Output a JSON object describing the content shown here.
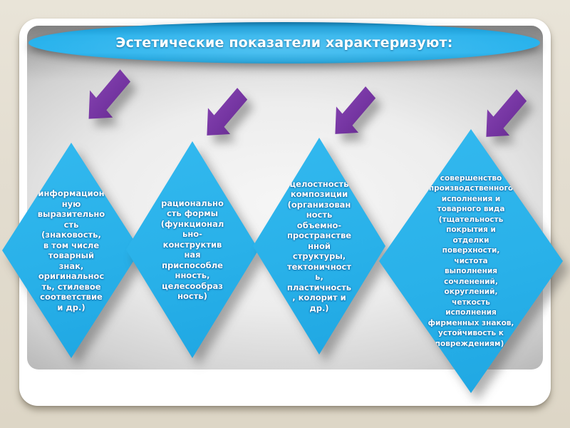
{
  "slide": {
    "title": "Эстетические показатели характеризуют:",
    "banner_shape": "ellipse",
    "colors": {
      "accent_cyan": "#29b1e9",
      "arrow_purple": "#7535a2",
      "background_beige": "#e3ddd0",
      "panel_gray": "#d8d8d8",
      "text_white": "#ffffff"
    },
    "icons": {
      "arrow": "down-left-block-arrow"
    },
    "diamonds": [
      {
        "text": "информацион\nную\nвыразительно\nсть\n(знаковость,\nв том числе\nтоварный\nзнак,\nоригинальнос\nть, стилевое\nсоответствие\nи др.)"
      },
      {
        "text": "рационально\nсть формы\n(функционал\nьно-\nконструктив\nная\nприспособле\nнность,\nцелесообраз\nность)"
      },
      {
        "text": "целостность\nкомпозиции\n(организован\nность\nобъемно-\nпространстве\nнной\nструктуры,\nтектоничност\nь,\nпластичность\n, колорит и\nдр.)"
      },
      {
        "text": "совершенство\nпроизводственного\nисполнения и\nтоварного вида\n(тщательность\nпокрытия и\nотделки\nповерхности,\nчистота\nвыполнения\nсочленений,\nокруглений,\nчеткость\nисполнения\nфирменных знаков,\nустойчивость к\nповреждениям)."
      }
    ]
  }
}
